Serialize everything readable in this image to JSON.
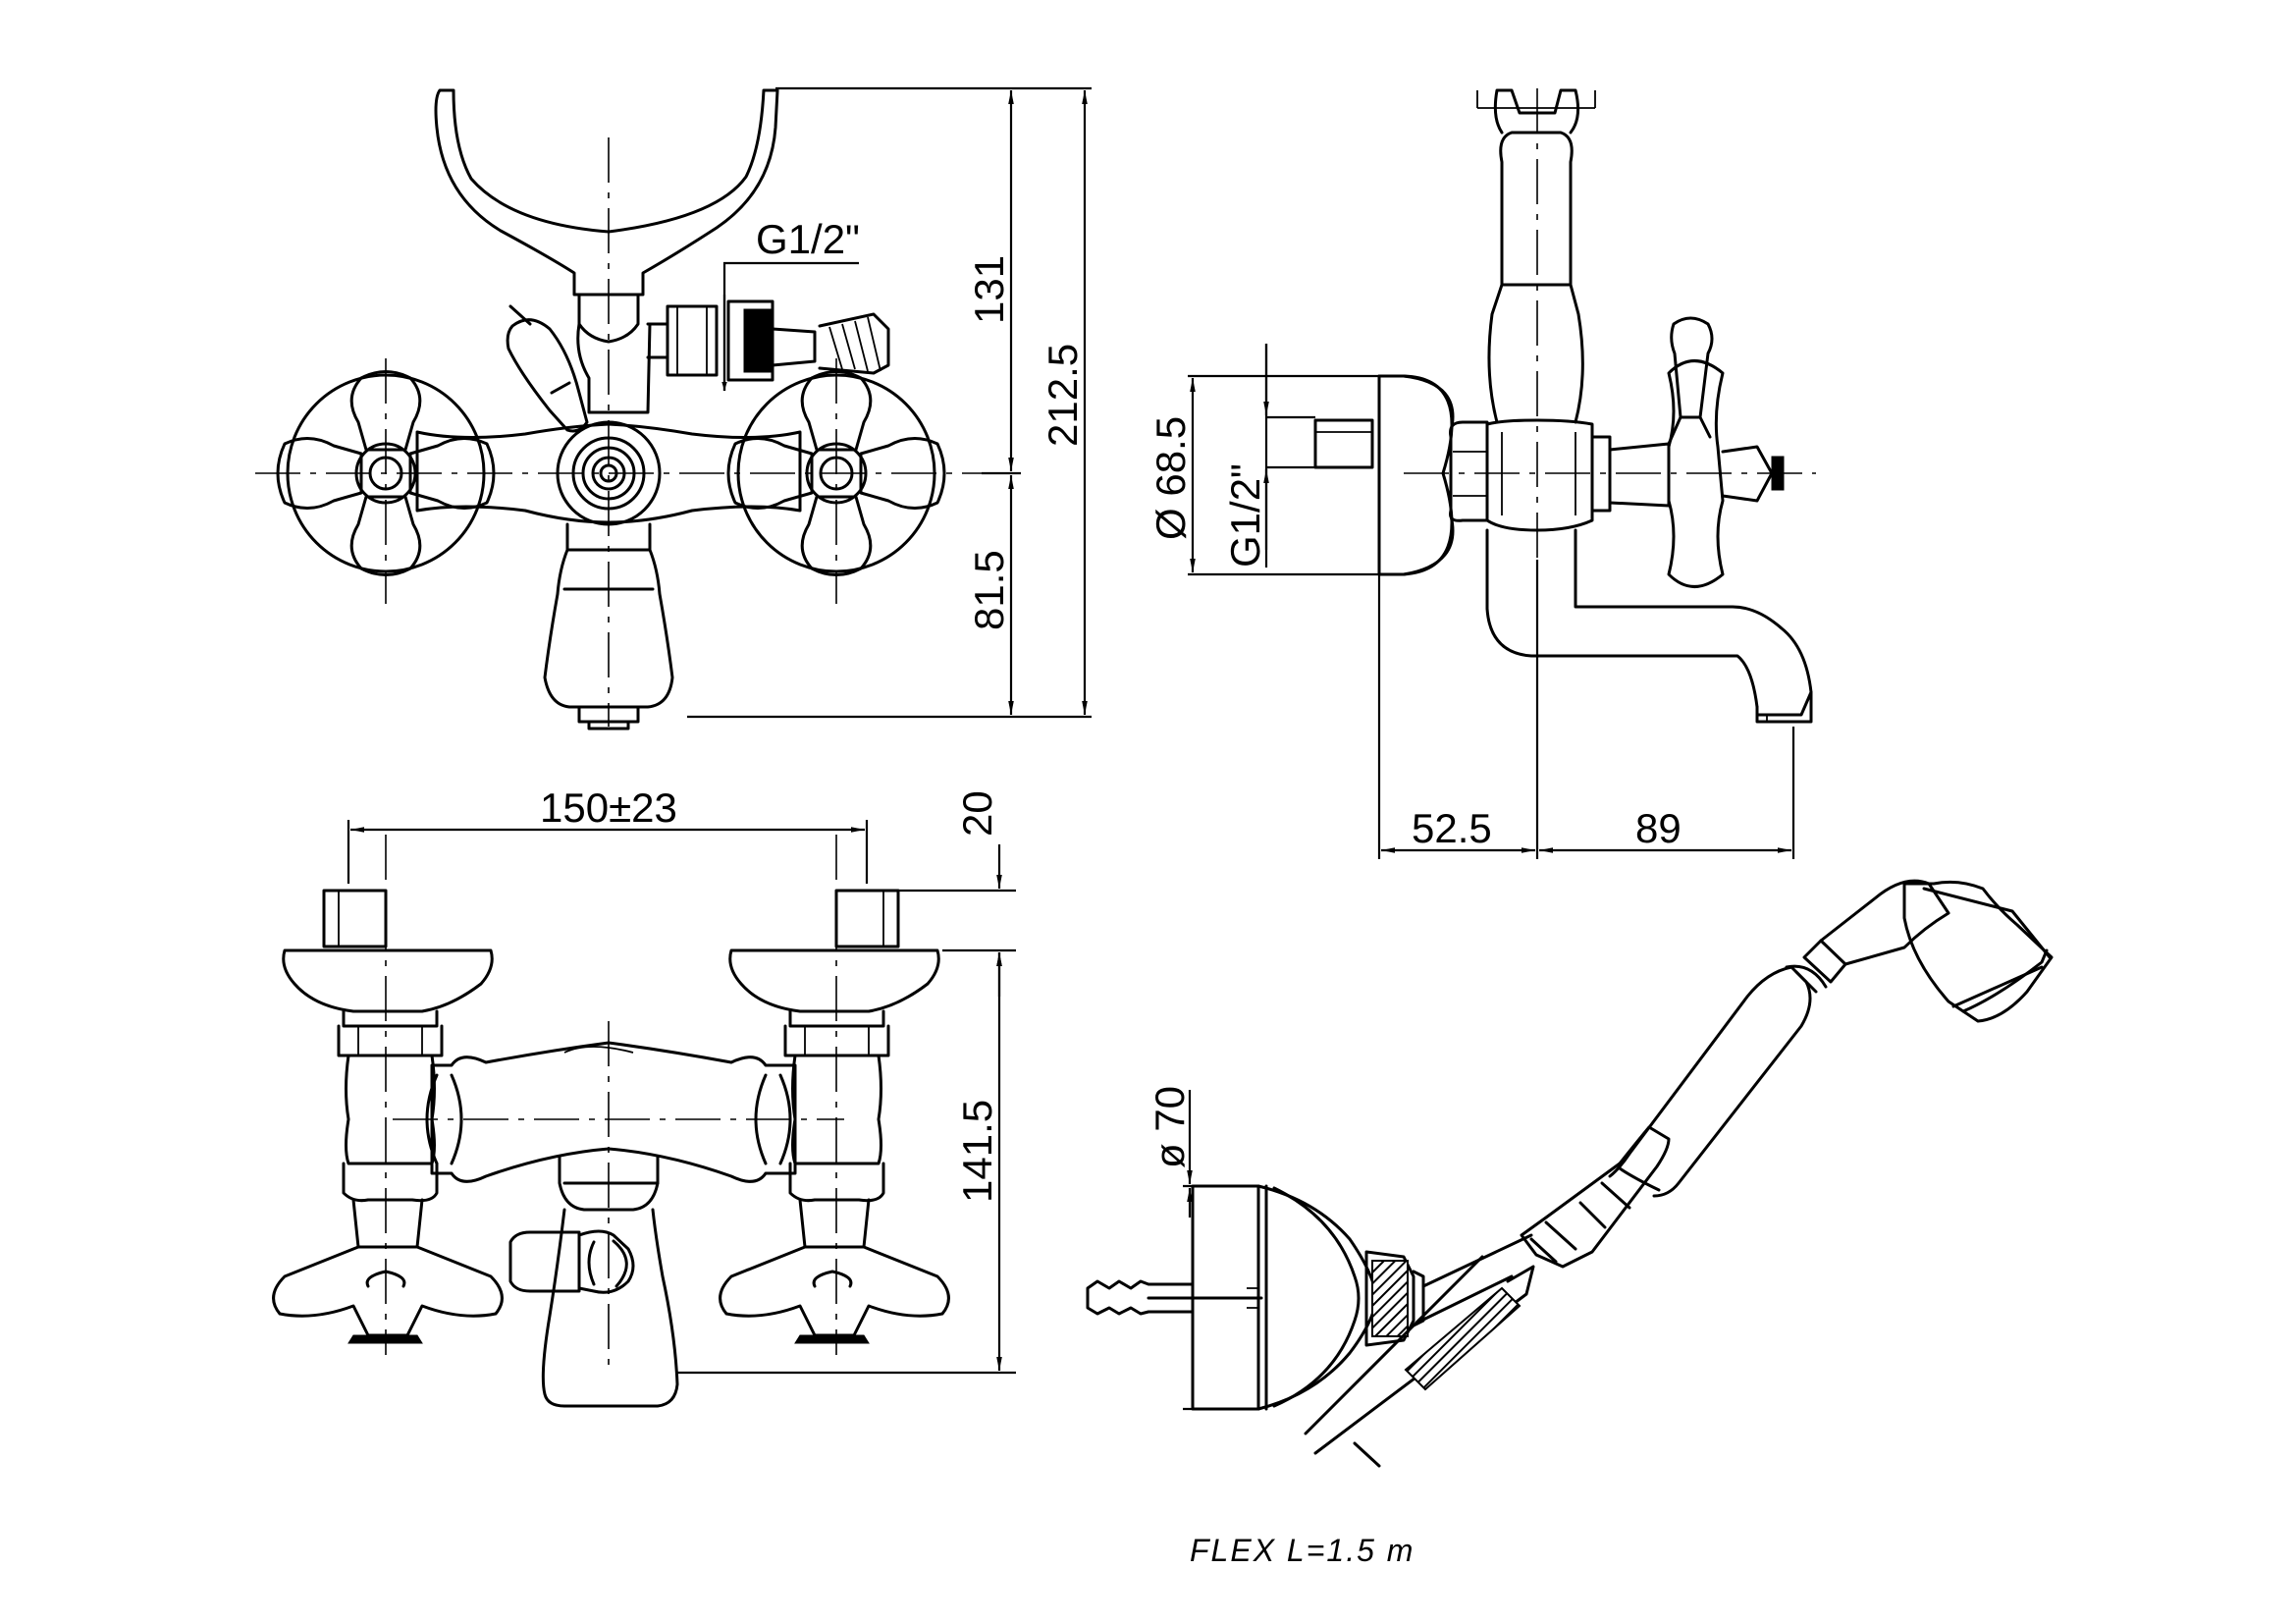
{
  "dimensions": {
    "thread_top": "G1/2\"",
    "height_upper": "131",
    "height_total": "212.5",
    "height_lower": "81.5",
    "spacing": "150±23",
    "inlet_len": "20",
    "body_height": "141.5",
    "dia_flange": "Ø 68.5",
    "thread_side": "G1/2\"",
    "depth_wall": "52.5",
    "spout_reach": "89",
    "dia_shower": "ø 70"
  },
  "notes": {
    "flex": "FLEX  L=1.5  m"
  }
}
